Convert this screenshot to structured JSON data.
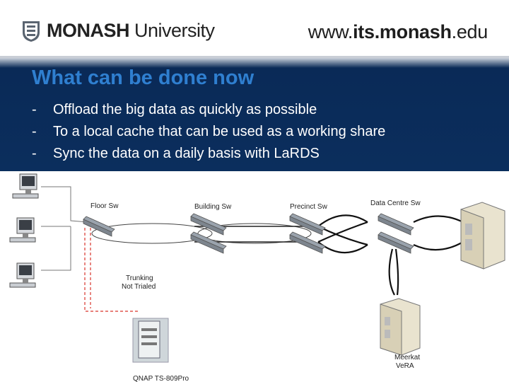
{
  "header": {
    "brand": {
      "bold": "MONASH",
      "regular": " University"
    },
    "site_url": {
      "prefix": "www.",
      "bold": "its.monash",
      "suffix": ".edu"
    }
  },
  "slide": {
    "title": "What can be done now",
    "bullets": [
      {
        "marker": "-",
        "text": "Offload the big data as quickly as possible"
      },
      {
        "marker": "-",
        "text": "To a local cache that can be used as a working share"
      },
      {
        "marker": "-",
        "text": "Sync the data on a daily basis with LaRDS"
      }
    ]
  },
  "diagram": {
    "labels": {
      "floor_sw": "Floor Sw",
      "building_sw": "Building Sw",
      "precinct_sw": "Precinct Sw",
      "data_centre_sw": "Data Centre Sw",
      "trunking_line1": "Trunking",
      "trunking_line2": "Not Trialed",
      "qnap": "QNAP TS-809Pro",
      "meerkat_line1": "Meerkat",
      "meerkat_line2": "VeRA"
    },
    "colors": {
      "trunk_link": "#d9342b",
      "core_link": "#111111",
      "switch": "#9aa3ad"
    }
  }
}
